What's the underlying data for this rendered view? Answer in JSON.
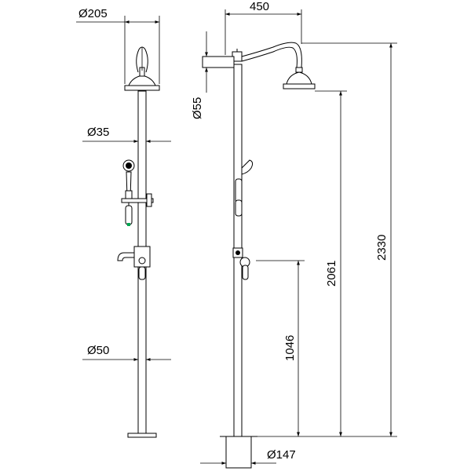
{
  "dimensions": {
    "head_diameter": "Ø205",
    "pipe_diameter": "Ø35",
    "column_diameter": "Ø50",
    "arm_diameter": "Ø55",
    "arm_reach": "450",
    "base_diameter": "Ø147",
    "tap_height": "1046",
    "head_height": "2061",
    "total_height": "2330"
  },
  "colors": {
    "line": "#000000",
    "background": "#ffffff",
    "accent": "#00a651"
  }
}
